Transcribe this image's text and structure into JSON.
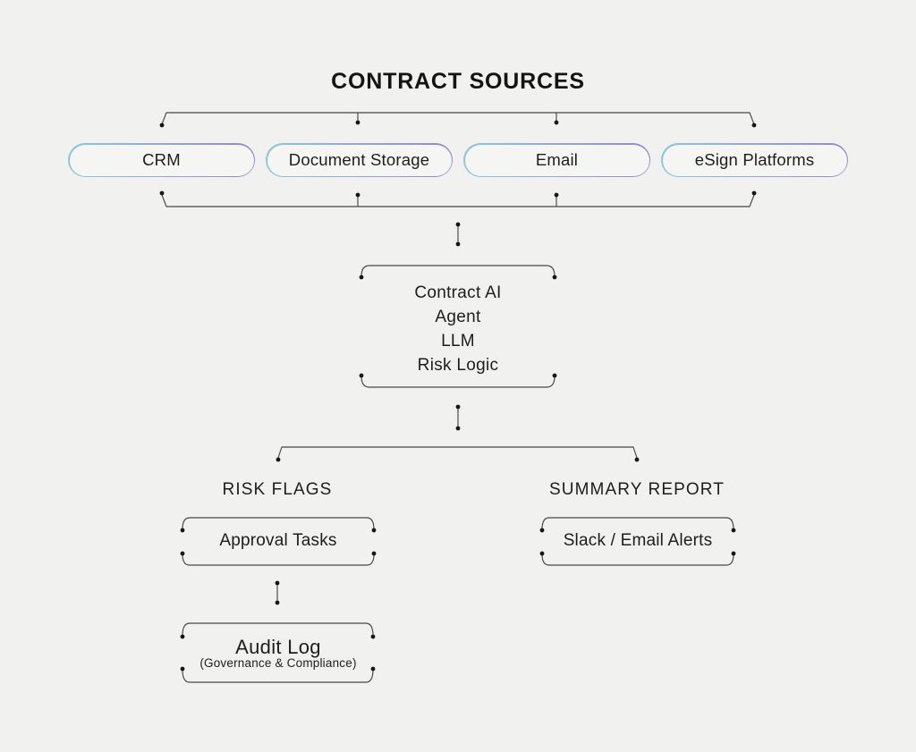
{
  "title": "CONTRACT SOURCES",
  "sources": {
    "items": [
      {
        "label": "CRM"
      },
      {
        "label": "Document Storage"
      },
      {
        "label": "Email"
      },
      {
        "label": "eSign Platforms"
      }
    ]
  },
  "agent_box": {
    "lines": [
      "Contract AI",
      "Agent",
      "LLM",
      "Risk Logic"
    ]
  },
  "branches": {
    "risk": {
      "heading": "RISK FLAGS",
      "node_label": "Approval Tasks"
    },
    "summary": {
      "heading": "SUMMARY REPORT",
      "node_label": "Slack / Email Alerts"
    }
  },
  "audit": {
    "title": "Audit Log",
    "subtitle": "(Governance & Compliance)"
  },
  "colors": {
    "background": "#f1f1ef",
    "connector_line": "#474747",
    "connector_dot": "#161616",
    "text": "#1d1d1d",
    "pill_border_gradient_start": "#8ec7d9",
    "pill_border_gradient_end": "#9a87c8",
    "pill_fill": "#f5f5f3"
  }
}
